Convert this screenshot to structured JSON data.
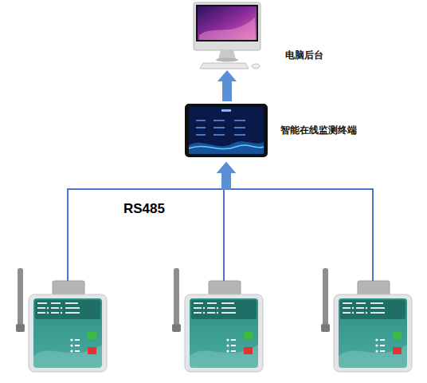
{
  "diagram": {
    "nodes": [
      {
        "text": [
          "电脑后台"
        ]
      },
      {
        "text": [
          "智能在线监测终端"
        ]
      },
      {
        "text": []
      },
      {
        "text": []
      },
      {
        "text": []
      }
    ],
    "edges": [
      {
        "from": 1,
        "to": 0,
        "arrow": "to"
      },
      {
        "from": 2,
        "to": 1,
        "arrow": "to"
      },
      {
        "from": 3,
        "to": 1,
        "arrow": "to"
      },
      {
        "from": 4,
        "to": 1,
        "arrow": "to"
      }
    ],
    "labels": [
      "RS485"
    ]
  }
}
